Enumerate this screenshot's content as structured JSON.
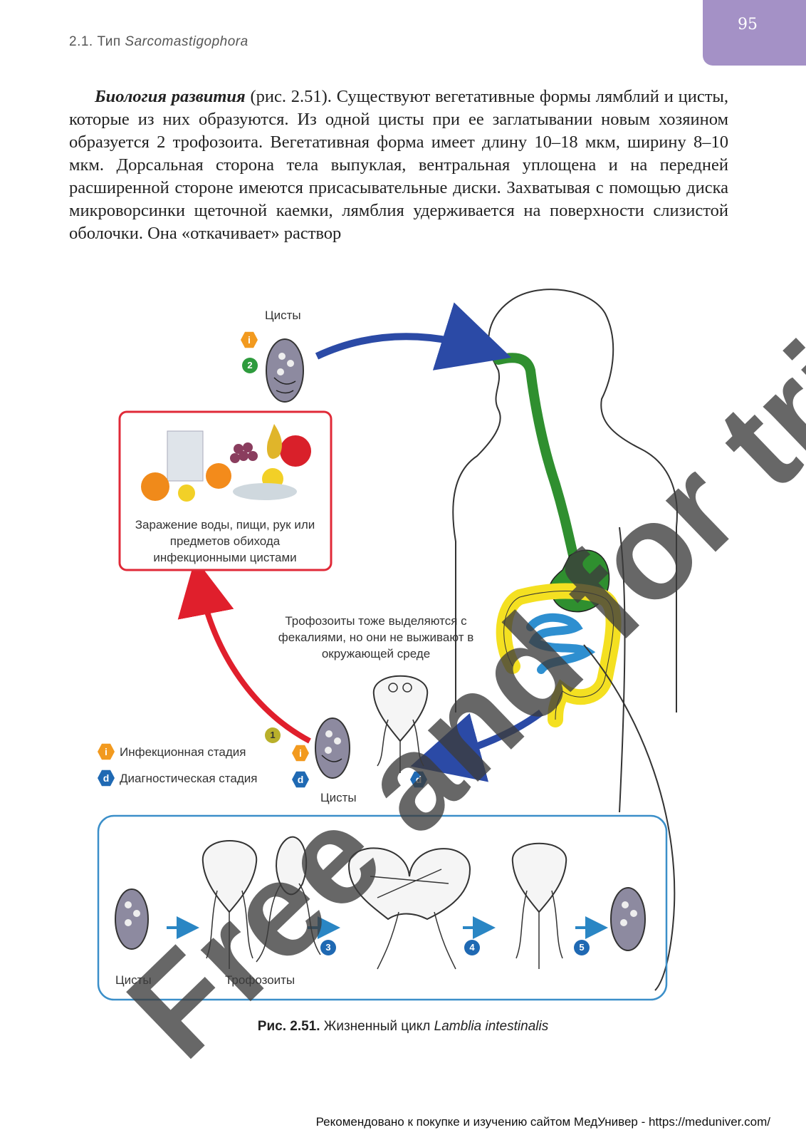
{
  "header": {
    "page_number": "95",
    "running_head_prefix": "2.1. Тип ",
    "running_head_taxon": "Sarcomastigophora"
  },
  "body": {
    "lead_bold": "Биология развития",
    "text": " (рис. 2.51). Существуют вегетативные формы лямблий и цисты, которые из них образуются. Из одной цисты при ее заглатывании новым хозяином образуется 2 трофозоита. Вегетативная форма имеет длину 10–18 мкм, ширину 8–10 мкм. Дорсальная сторона тела выпуклая, вентральная уплощена и на передней расширенной стороне имеются присасывательные диски. Захватывая с помощью диска микроворсинки щеточной каемки, лямблия удерживается на поверхности слизистой оболочки. Она «откачивает» раствор"
  },
  "figure": {
    "top_cysts_label": "Цисты",
    "top_badge_i": "i",
    "top_badge_2": "2",
    "infection_box_text": "Заражение воды, пищи, рук или предметов обихода инфекционными цистами",
    "trophozoite_note": "Трофозоиты тоже выделяются с фекалиями, но они не выживают в окружающей среде",
    "legend_infectious_badge": "i",
    "legend_infectious": "Инфекционная стадия",
    "legend_diagnostic_badge": "d",
    "legend_diagnostic": "Диагностическая стадия",
    "badge_1": "1",
    "badge_d": "d",
    "middle_cysts_label": "Цисты",
    "bottom_cysts_label": "Цисты",
    "bottom_trophozoites_label": "Трофозоиты",
    "step_3": "3",
    "step_4": "4",
    "step_5": "5"
  },
  "caption": {
    "prefix": "Рис. 2.51.",
    "text": " Жизненный цикл ",
    "species": "Lamblia intestinalis"
  },
  "footer": {
    "text": "Рекомендовано к покупке и изучению сайтом МедУнивер - https://meduniver.com/"
  },
  "watermark": "Free and for trial only",
  "colors": {
    "tab": "#a491c6",
    "infection_box_border": "#e02a38",
    "cycle_box_border": "#3b8fc9",
    "esophagus_stomach": "#2f8f2f",
    "large_intestine": "#f4e021",
    "small_intestine": "#2e8fd0",
    "arrow_blue": "#2b4aa6",
    "arrow_red": "#e01f2c"
  }
}
